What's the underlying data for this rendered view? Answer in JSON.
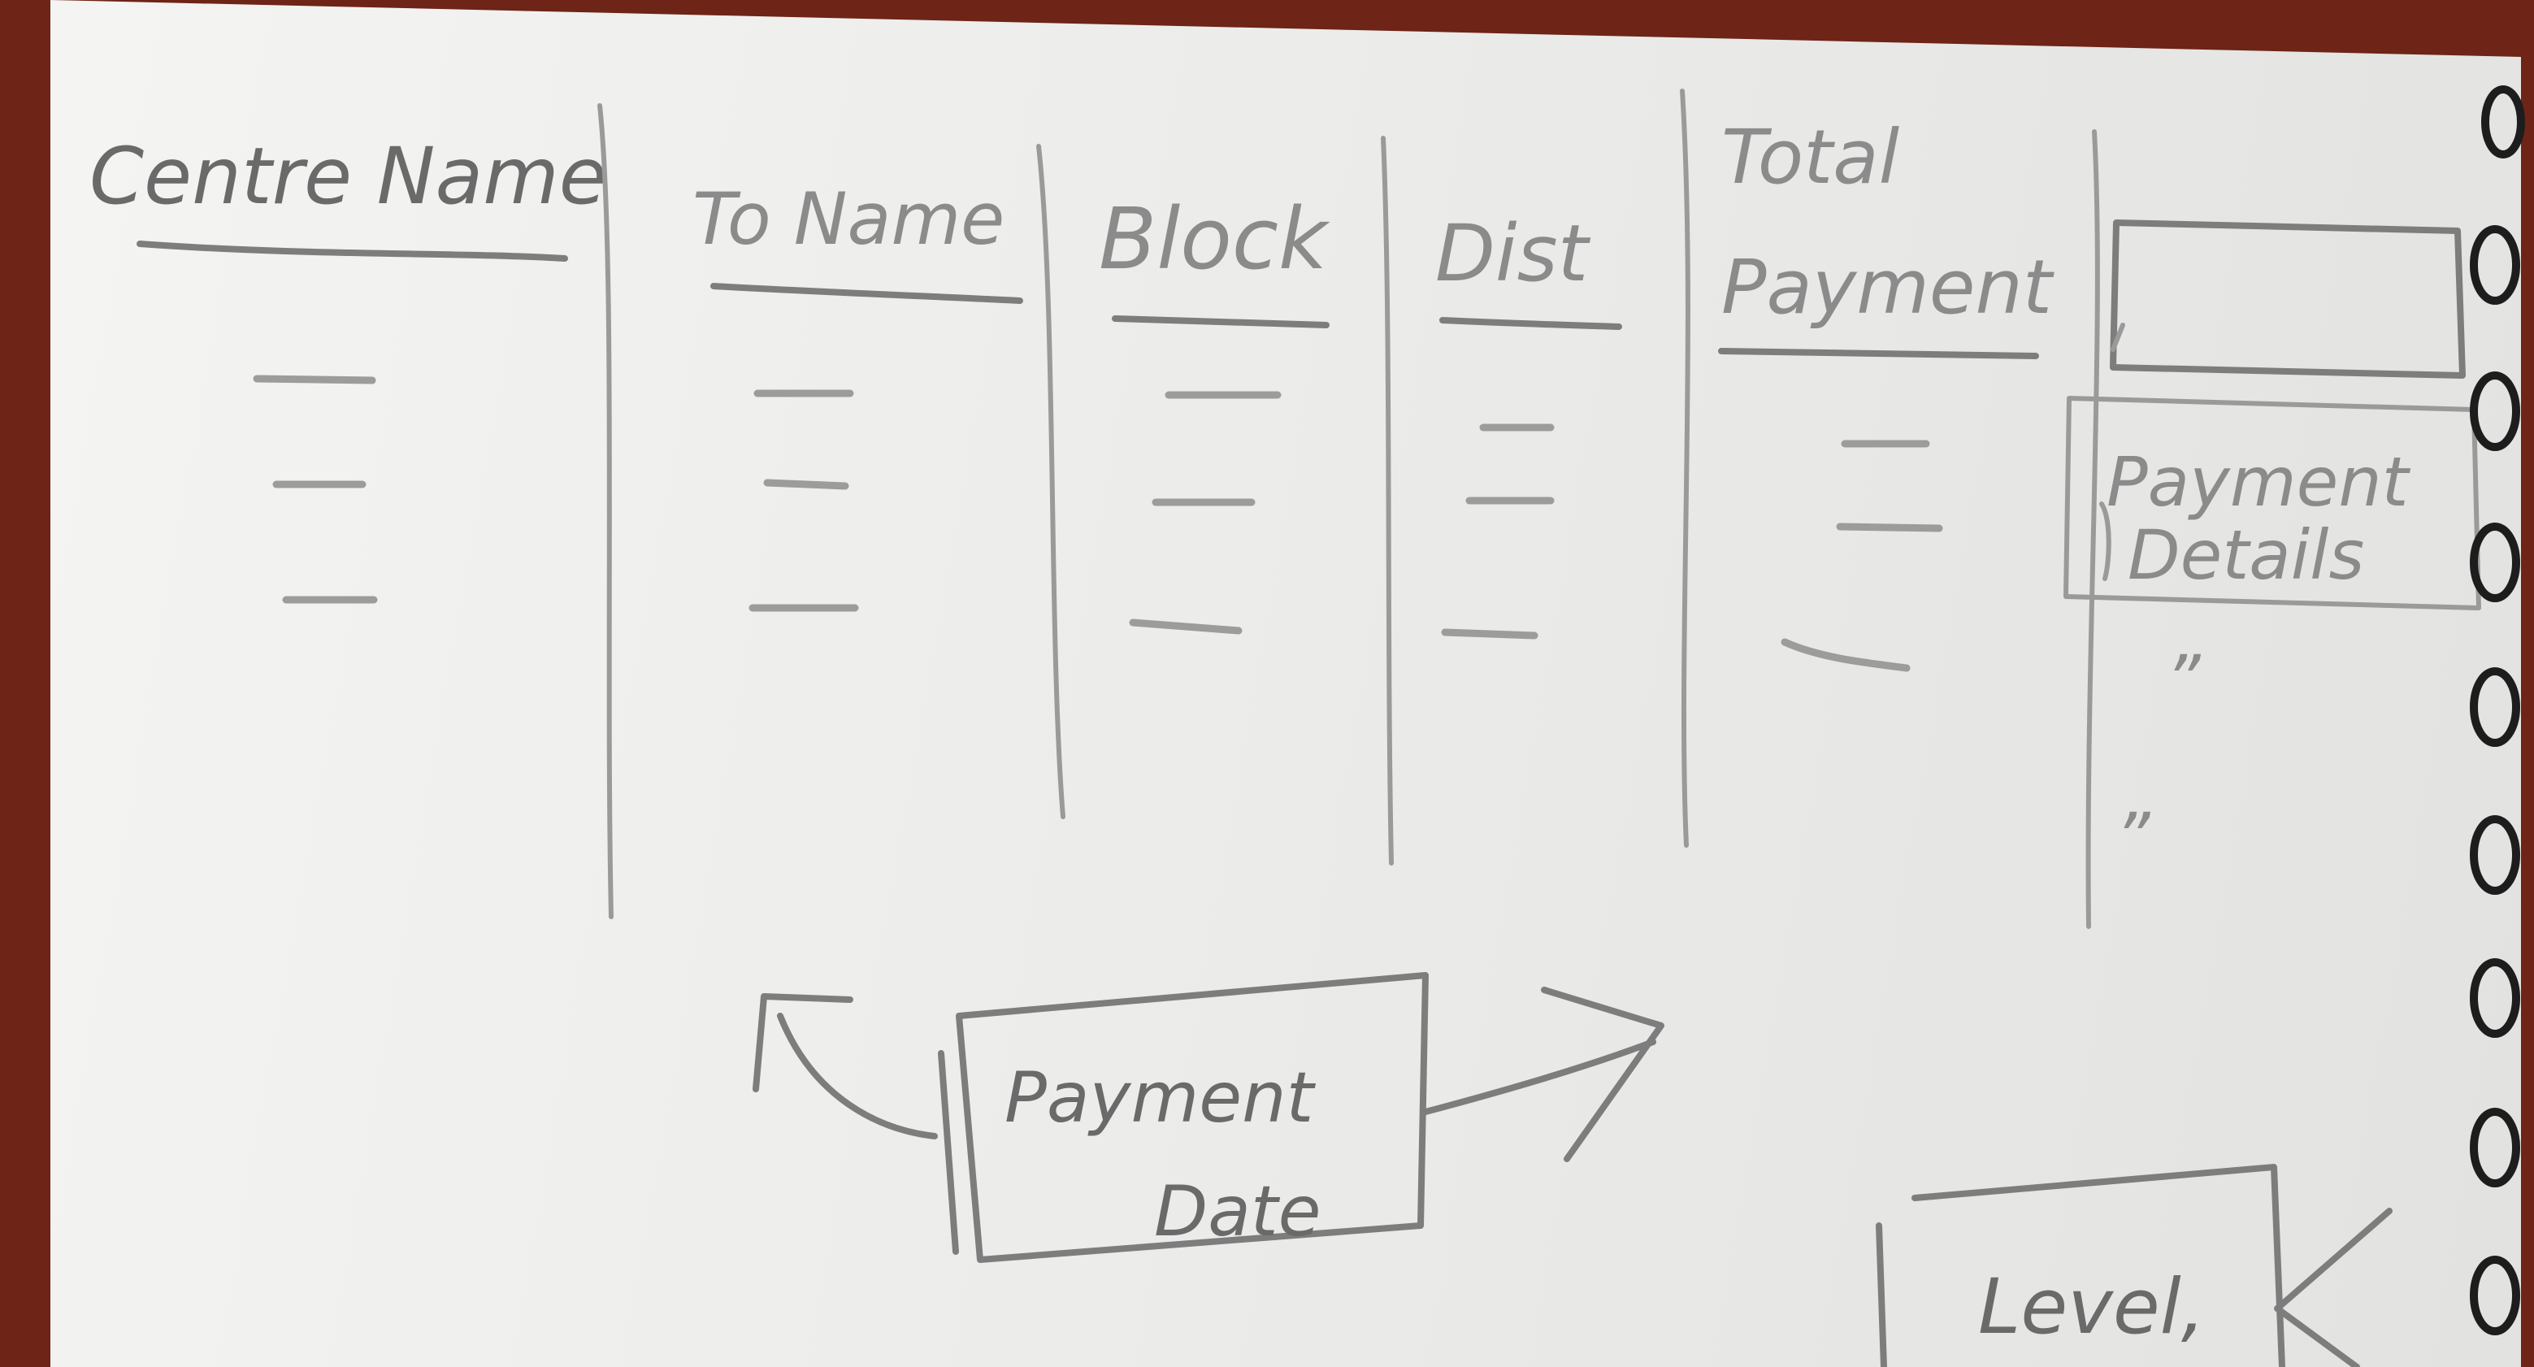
{
  "columns": [
    {
      "label": "Centre Name"
    },
    {
      "label": "To Name"
    },
    {
      "label": "Block"
    },
    {
      "label": "Dist"
    },
    {
      "label": "Total Payment"
    }
  ],
  "action_column": {
    "button_label": "Payment Details",
    "ditto_marks": [
      "”",
      "”"
    ]
  },
  "payment_date_label": "Payment Date",
  "level_label": "Level,"
}
